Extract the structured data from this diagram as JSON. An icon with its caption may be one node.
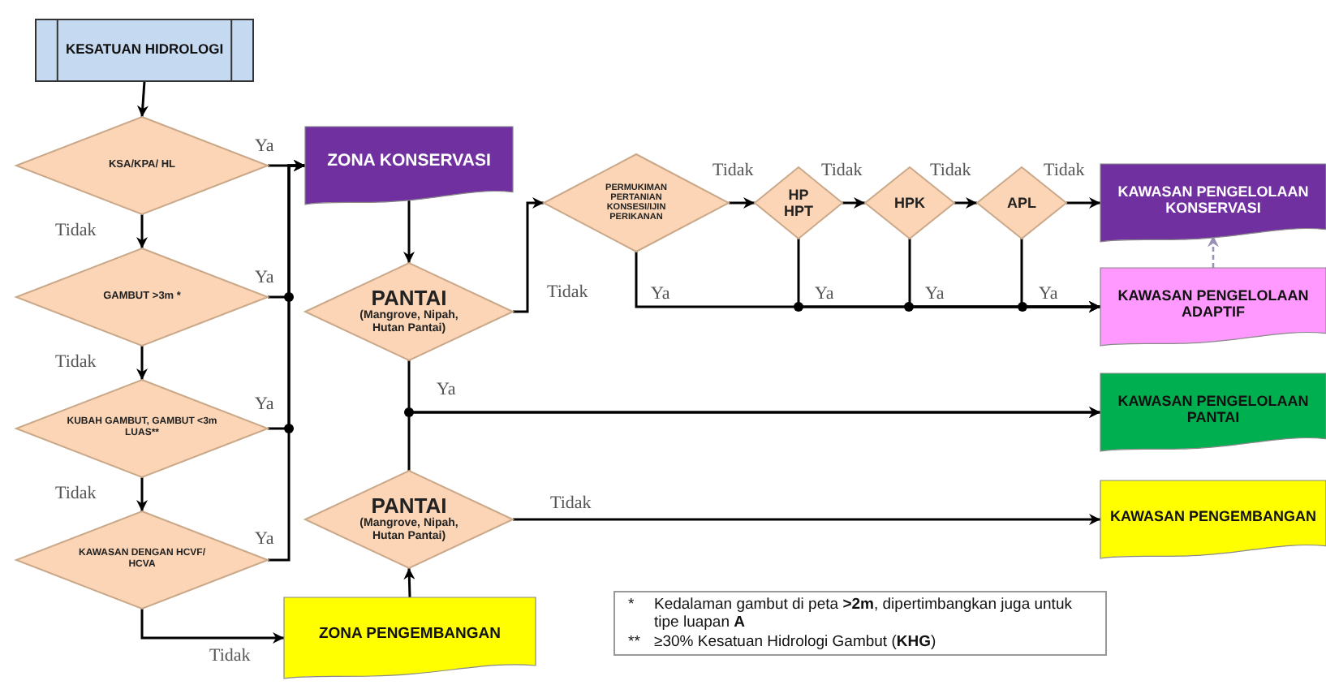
{
  "diagram": {
    "nodes": [
      {
        "text": [
          "KESATUAN HIDROLOGI"
        ]
      },
      {
        "text": [
          "KSA/KPA/ HL"
        ]
      },
      {
        "text": [
          "GAMBUT >3m *"
        ]
      },
      {
        "text": [
          "KUBAH GAMBUT, GAMBUT <3m LUAS**"
        ]
      },
      {
        "text": [
          "KAWASAN DENGAN HCVF/ HCVA"
        ]
      },
      {
        "text": [
          "ZONA KONSERVASI"
        ]
      },
      {
        "text": [
          "PANTAI",
          "(Mangrove, Nipah, Hutan Pantai)"
        ]
      },
      {
        "text": [
          "PERMUKIMAN PERTANIAN KONSESI/IJIN PERIKANAN"
        ]
      },
      {
        "text": [
          "HP HPT"
        ]
      },
      {
        "text": [
          "HPK"
        ]
      },
      {
        "text": [
          "APL"
        ]
      },
      {
        "text": [
          "KAWASAN PENGELOLAAN KONSERVASI"
        ]
      },
      {
        "text": [
          "KAWASAN PENGELOLAAN ADAPTIF"
        ]
      },
      {
        "text": [
          "KAWASAN PENGELOLAAN PANTAI"
        ]
      },
      {
        "text": [
          "KAWASAN PENGEMBANGAN"
        ]
      },
      {
        "text": [
          "PANTAI",
          "(Mangrove, Nipah, Hutan Pantai)"
        ]
      },
      {
        "text": [
          "ZONA PENGEMBANGAN"
        ]
      }
    ],
    "edges": [
      {
        "from": 0,
        "to": 1,
        "arrow": "to"
      },
      {
        "from": 1,
        "to": 5,
        "arrow": "to",
        "label": "Ya"
      },
      {
        "from": 2,
        "to": 5,
        "arrow": "to",
        "label": "Ya"
      },
      {
        "from": 3,
        "to": 5,
        "arrow": "to",
        "label": "Ya"
      },
      {
        "from": 4,
        "to": 5,
        "arrow": "to",
        "label": "Ya"
      },
      {
        "from": 1,
        "to": 2,
        "arrow": "to",
        "label": "Tidak"
      },
      {
        "from": 2,
        "to": 3,
        "arrow": "to",
        "label": "Tidak"
      },
      {
        "from": 3,
        "to": 4,
        "arrow": "to",
        "label": "Tidak"
      },
      {
        "from": 4,
        "to": 16,
        "arrow": "to",
        "label": "Tidak"
      },
      {
        "from": 5,
        "to": 6,
        "arrow": "to"
      },
      {
        "from": 6,
        "to": 7,
        "arrow": "to",
        "label": "Tidak"
      },
      {
        "from": 7,
        "to": 8,
        "arrow": "to",
        "label": "Tidak"
      },
      {
        "from": 8,
        "to": 9,
        "arrow": "to",
        "label": "Tidak"
      },
      {
        "from": 9,
        "to": 10,
        "arrow": "to",
        "label": "Tidak"
      },
      {
        "from": 10,
        "to": 11,
        "arrow": "to",
        "label": "Tidak"
      },
      {
        "from": 7,
        "to": 12,
        "arrow": "to",
        "label": "Ya"
      },
      {
        "from": 8,
        "to": 12,
        "arrow": "to",
        "label": "Ya"
      },
      {
        "from": 9,
        "to": 12,
        "arrow": "to",
        "label": "Ya"
      },
      {
        "from": 10,
        "to": 12,
        "arrow": "to",
        "label": "Ya"
      },
      {
        "from": 12,
        "to": 11,
        "arrow": "to",
        "style": "dashed",
        "color": "#9a90b8"
      },
      {
        "from": 6,
        "to": 13,
        "arrow": "to",
        "label": "Ya"
      },
      {
        "from": 15,
        "to": 13,
        "arrow": "to"
      },
      {
        "from": 15,
        "to": 14,
        "arrow": "to",
        "label": "Tidak"
      },
      {
        "from": 16,
        "to": 15,
        "arrow": "to"
      }
    ],
    "labels": [
      "*",
      "Kedalaman gambut di peta **>2m**, dipertimbangkan juga untuk tipe luapan **A**",
      "**",
      "≥30% Kesatuan Hidrologi Gambut (**KHG**)"
    ]
  }
}
